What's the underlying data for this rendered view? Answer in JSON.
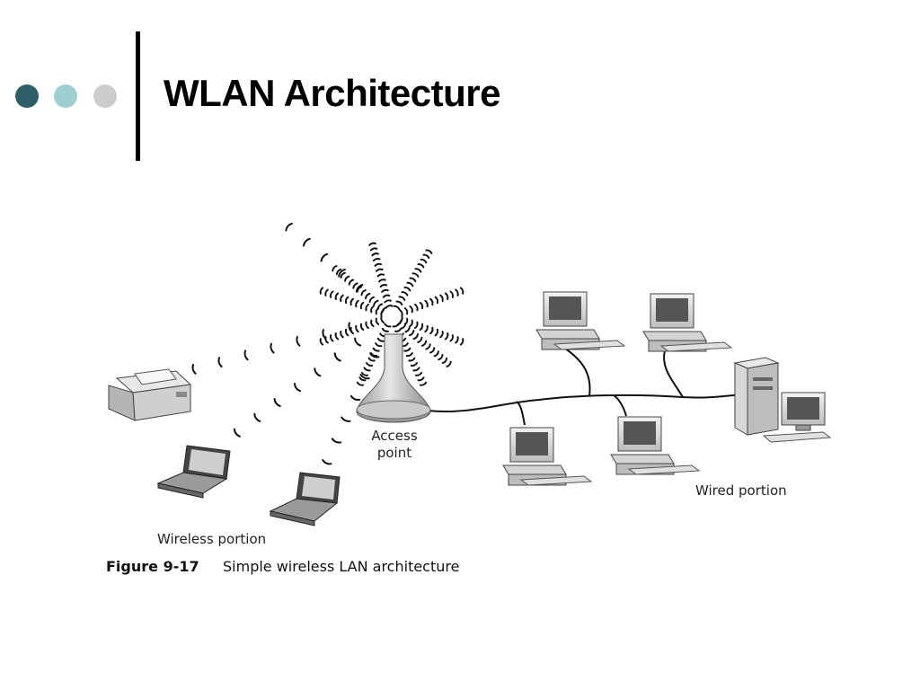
{
  "slide": {
    "title": "WLAN Architecture",
    "bullet_dot_colors": [
      "#2f5f66",
      "#9fcfd1",
      "#cccccc"
    ]
  },
  "diagram": {
    "labels": {
      "access_point": [
        "Access",
        "point"
      ],
      "wired_portion": "Wired portion",
      "wireless_portion": "Wireless portion"
    },
    "caption": {
      "number": "Figure 9-17",
      "text": "Simple wireless LAN architecture"
    }
  }
}
